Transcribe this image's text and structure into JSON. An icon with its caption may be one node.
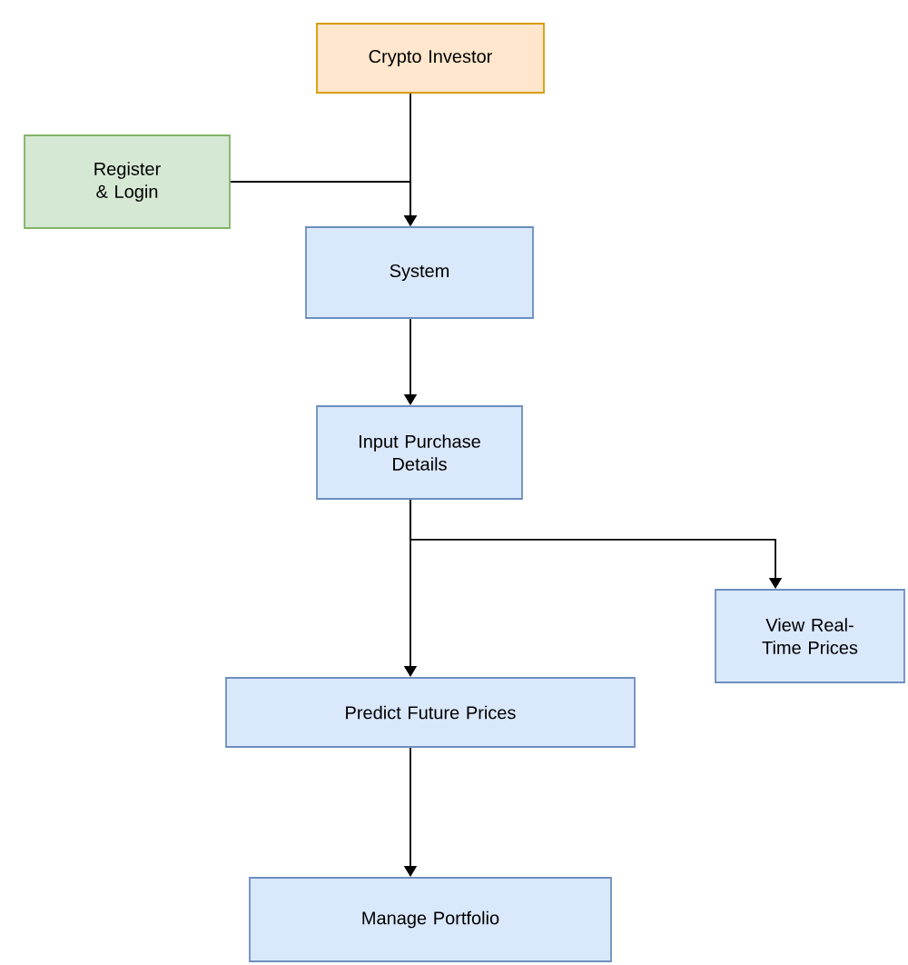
{
  "diagram": {
    "nodes": [
      {
        "text": [
          "Crypto Investor"
        ]
      },
      {
        "text": [
          "Register & Login"
        ]
      },
      {
        "text": [
          "System"
        ]
      },
      {
        "text": [
          "Input Purchase Details"
        ]
      },
      {
        "text": [
          "View Real-Time Prices"
        ]
      },
      {
        "text": [
          "Predict Future Prices"
        ]
      },
      {
        "text": [
          "Manage Portfolio"
        ]
      }
    ],
    "edges": [
      {
        "from": 0,
        "to": 2,
        "arrow": "to"
      },
      {
        "from": 1,
        "to": 2,
        "arrow": "to"
      },
      {
        "from": 2,
        "to": 3,
        "arrow": "to"
      },
      {
        "from": 3,
        "to": 4,
        "arrow": "to"
      },
      {
        "from": 3,
        "to": 5,
        "arrow": "to"
      },
      {
        "from": 5,
        "to": 6,
        "arrow": "to"
      }
    ]
  }
}
